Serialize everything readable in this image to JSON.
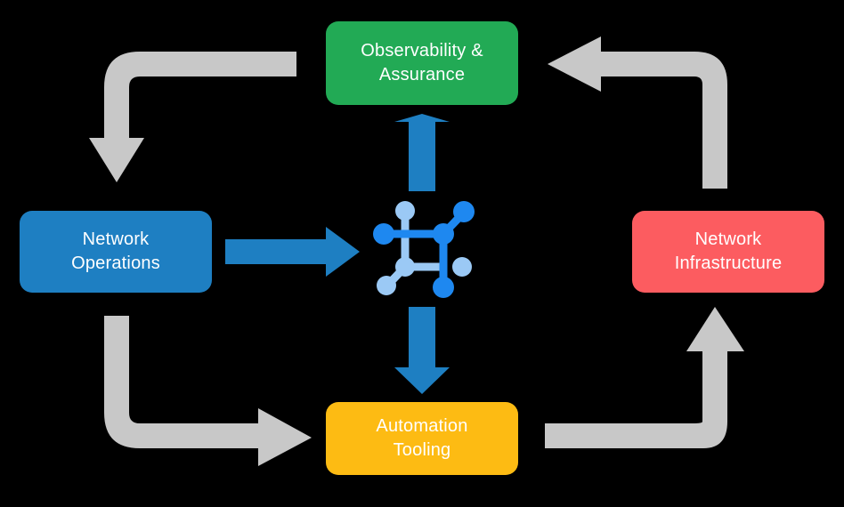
{
  "diagram": {
    "title": "Network automation lifecycle loop",
    "background_color": "#000000",
    "nodes": [
      {
        "id": "observability",
        "label": "Observability &\nAssurance",
        "color": "#22AA55",
        "text_color": "#FFFFFF",
        "position": "top"
      },
      {
        "id": "network-operations",
        "label": "Network\nOperations",
        "color": "#1E7FC2",
        "text_color": "#FFFFFF",
        "position": "left"
      },
      {
        "id": "network-infrastructure",
        "label": "Network\nInfrastructure",
        "color": "#FC5C60",
        "text_color": "#FFFFFF",
        "position": "right"
      },
      {
        "id": "automation-tooling",
        "label": "Automation\nTooling",
        "color": "#FDBB13",
        "text_color": "#FFFFFF",
        "position": "bottom"
      }
    ],
    "center_icon": {
      "name": "network-topology-icon",
      "primary_color": "#1E88F0",
      "secondary_color": "#9BC9F5"
    },
    "arrows": {
      "primary_color": "#1E7FC2",
      "flow_color": "#C8C8C8",
      "primary": [
        {
          "id": "ops-to-center",
          "from": "network-operations",
          "to": "center-icon",
          "direction": "right"
        },
        {
          "id": "center-to-obs",
          "from": "center-icon",
          "to": "observability",
          "direction": "up"
        },
        {
          "id": "center-to-auto",
          "from": "center-icon",
          "to": "automation-tooling",
          "direction": "down"
        }
      ],
      "flow": [
        {
          "id": "obs-to-ops",
          "from": "observability",
          "to": "network-operations",
          "direction": "down"
        },
        {
          "id": "infra-to-obs",
          "from": "network-infrastructure",
          "to": "observability",
          "direction": "left"
        },
        {
          "id": "ops-to-auto",
          "from": "network-operations",
          "to": "automation-tooling",
          "direction": "right"
        },
        {
          "id": "auto-to-infra",
          "from": "automation-tooling",
          "to": "network-infrastructure",
          "direction": "up"
        }
      ]
    }
  }
}
